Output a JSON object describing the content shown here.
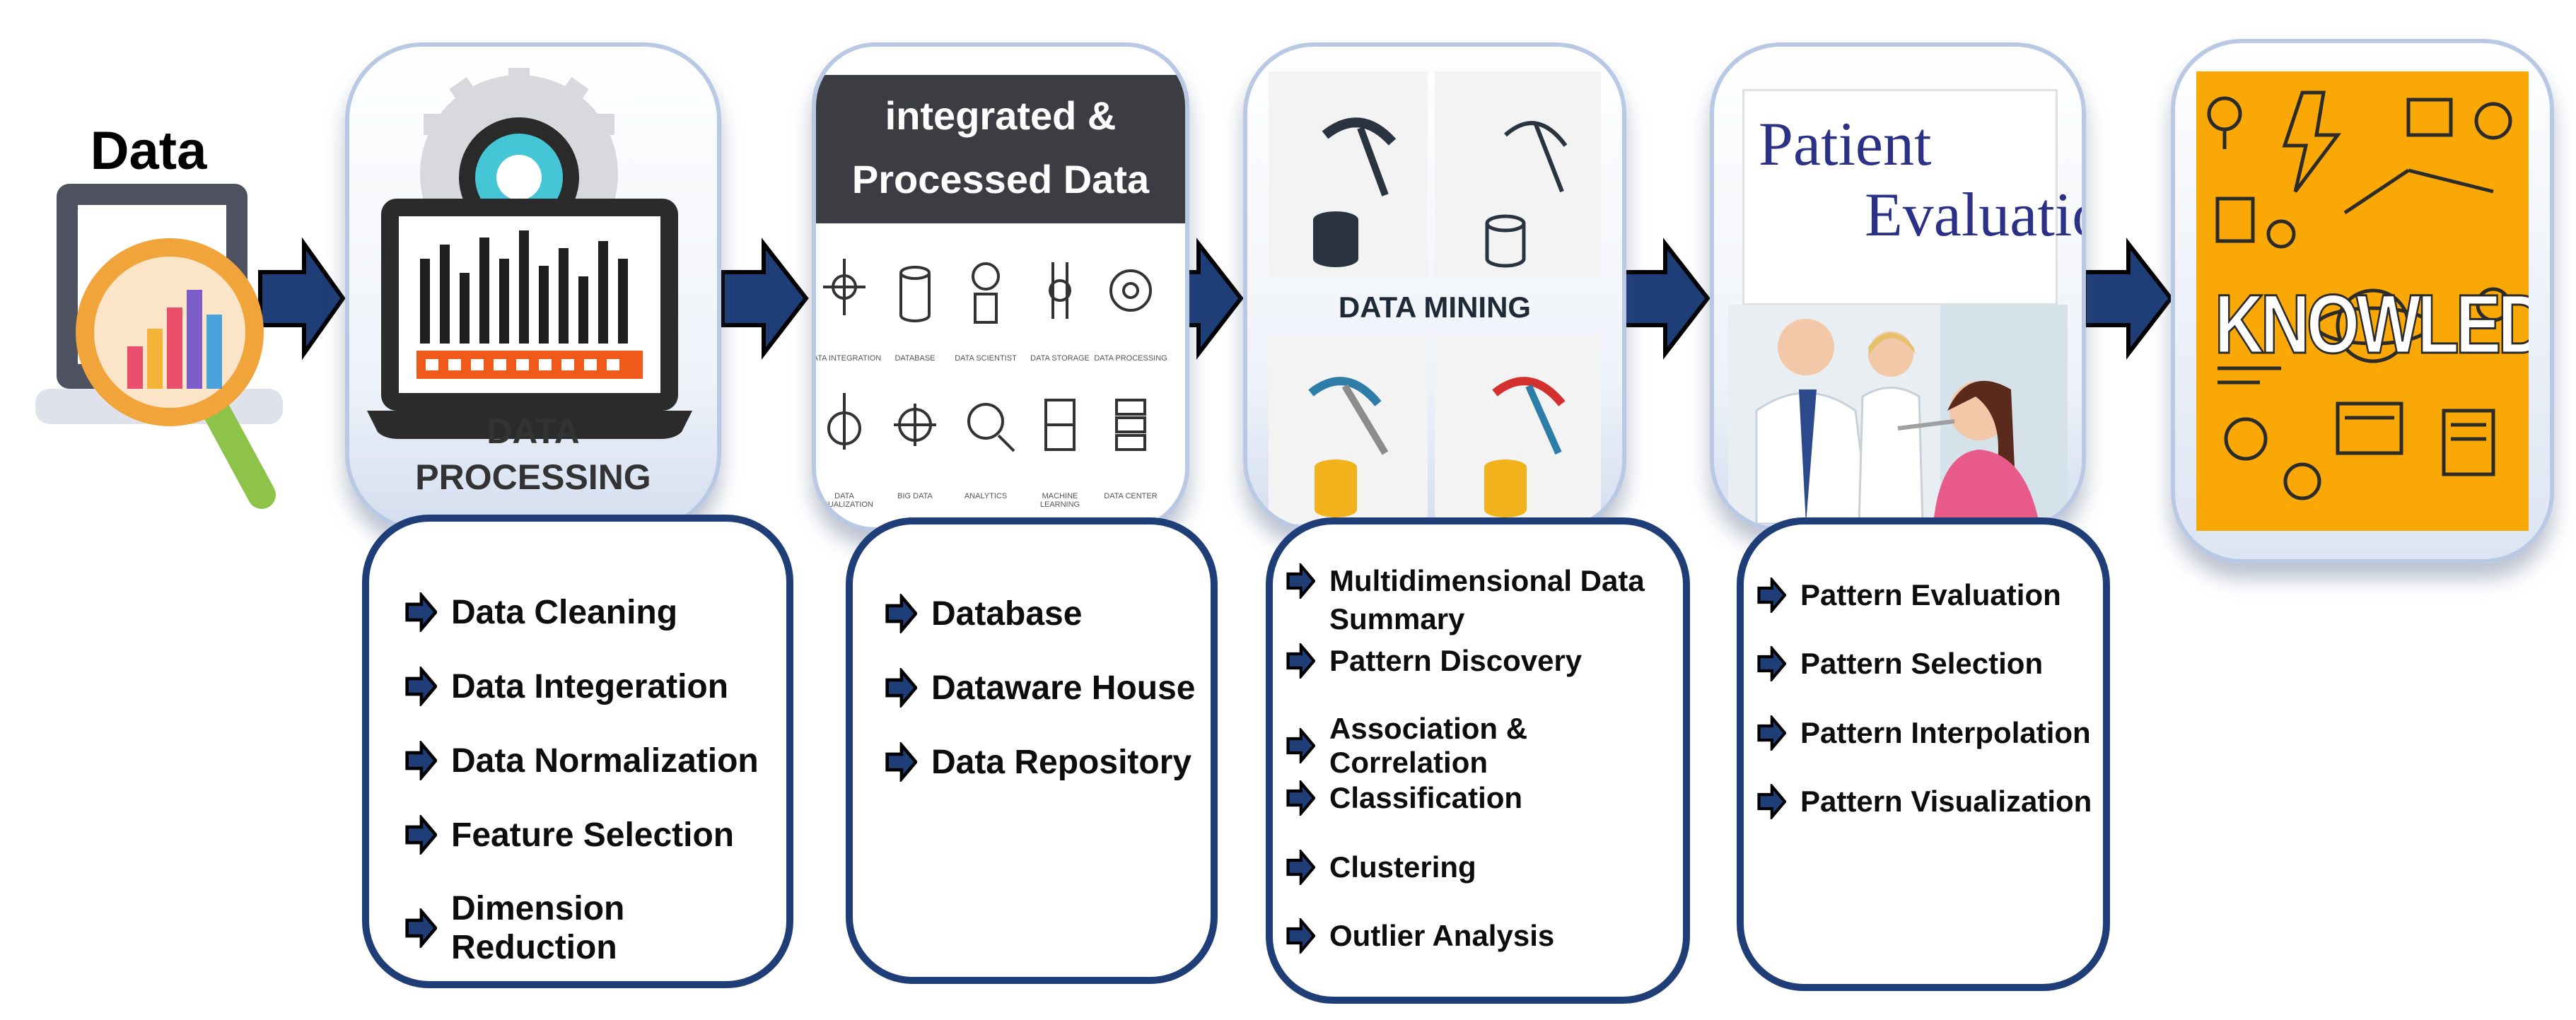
{
  "stages": {
    "data": {
      "title": "Data"
    },
    "processing": {
      "caption_line1": "DATA",
      "caption_line2": "PROCESSING"
    },
    "integrated": {
      "title_line1": "integrated &",
      "title_line2": "Processed Data",
      "icon_labels": [
        "DATA INTEGRATION",
        "DATABASE",
        "DATA SCIENTIST",
        "DATA STORAGE",
        "DATA PROCESSING",
        "DATA VISUALIZATION",
        "BIG DATA",
        "ANALYTICS",
        "MACHINE LEARNING",
        "DATA CENTER"
      ]
    },
    "mining": {
      "caption": "DATA MINING"
    },
    "evaluation": {
      "title_line1": "Patient",
      "title_line2": "Evaluation"
    },
    "knowledge": {
      "title": "KNOWLEDGE"
    }
  },
  "lists": {
    "processing": [
      "Data Cleaning",
      "Data Integeration",
      "Data Normalization",
      "Feature Selection",
      "Dimension Reduction"
    ],
    "repository": [
      "Database",
      "Dataware House",
      "Data Repository"
    ],
    "mining": [
      "Multidimensional Data",
      "Summary",
      "Pattern Discovery",
      "Association & Correlation",
      "Classification",
      "Clustering",
      "Outlier Analysis"
    ],
    "evaluation": [
      "Pattern Evaluation",
      "Pattern Selection",
      "Pattern Interpolation",
      "Pattern Visualization"
    ]
  },
  "colors": {
    "arrow": "#1f3e78",
    "box_border": "#1f3e78",
    "knowledge_bg": "#f9a806",
    "accent_orange": "#f05a1a"
  },
  "icons": [
    "laptop-magnifier-icon",
    "gear-laptop-icon",
    "pickaxe-database-icon",
    "doctor-patient-photo",
    "knowledge-collage"
  ]
}
